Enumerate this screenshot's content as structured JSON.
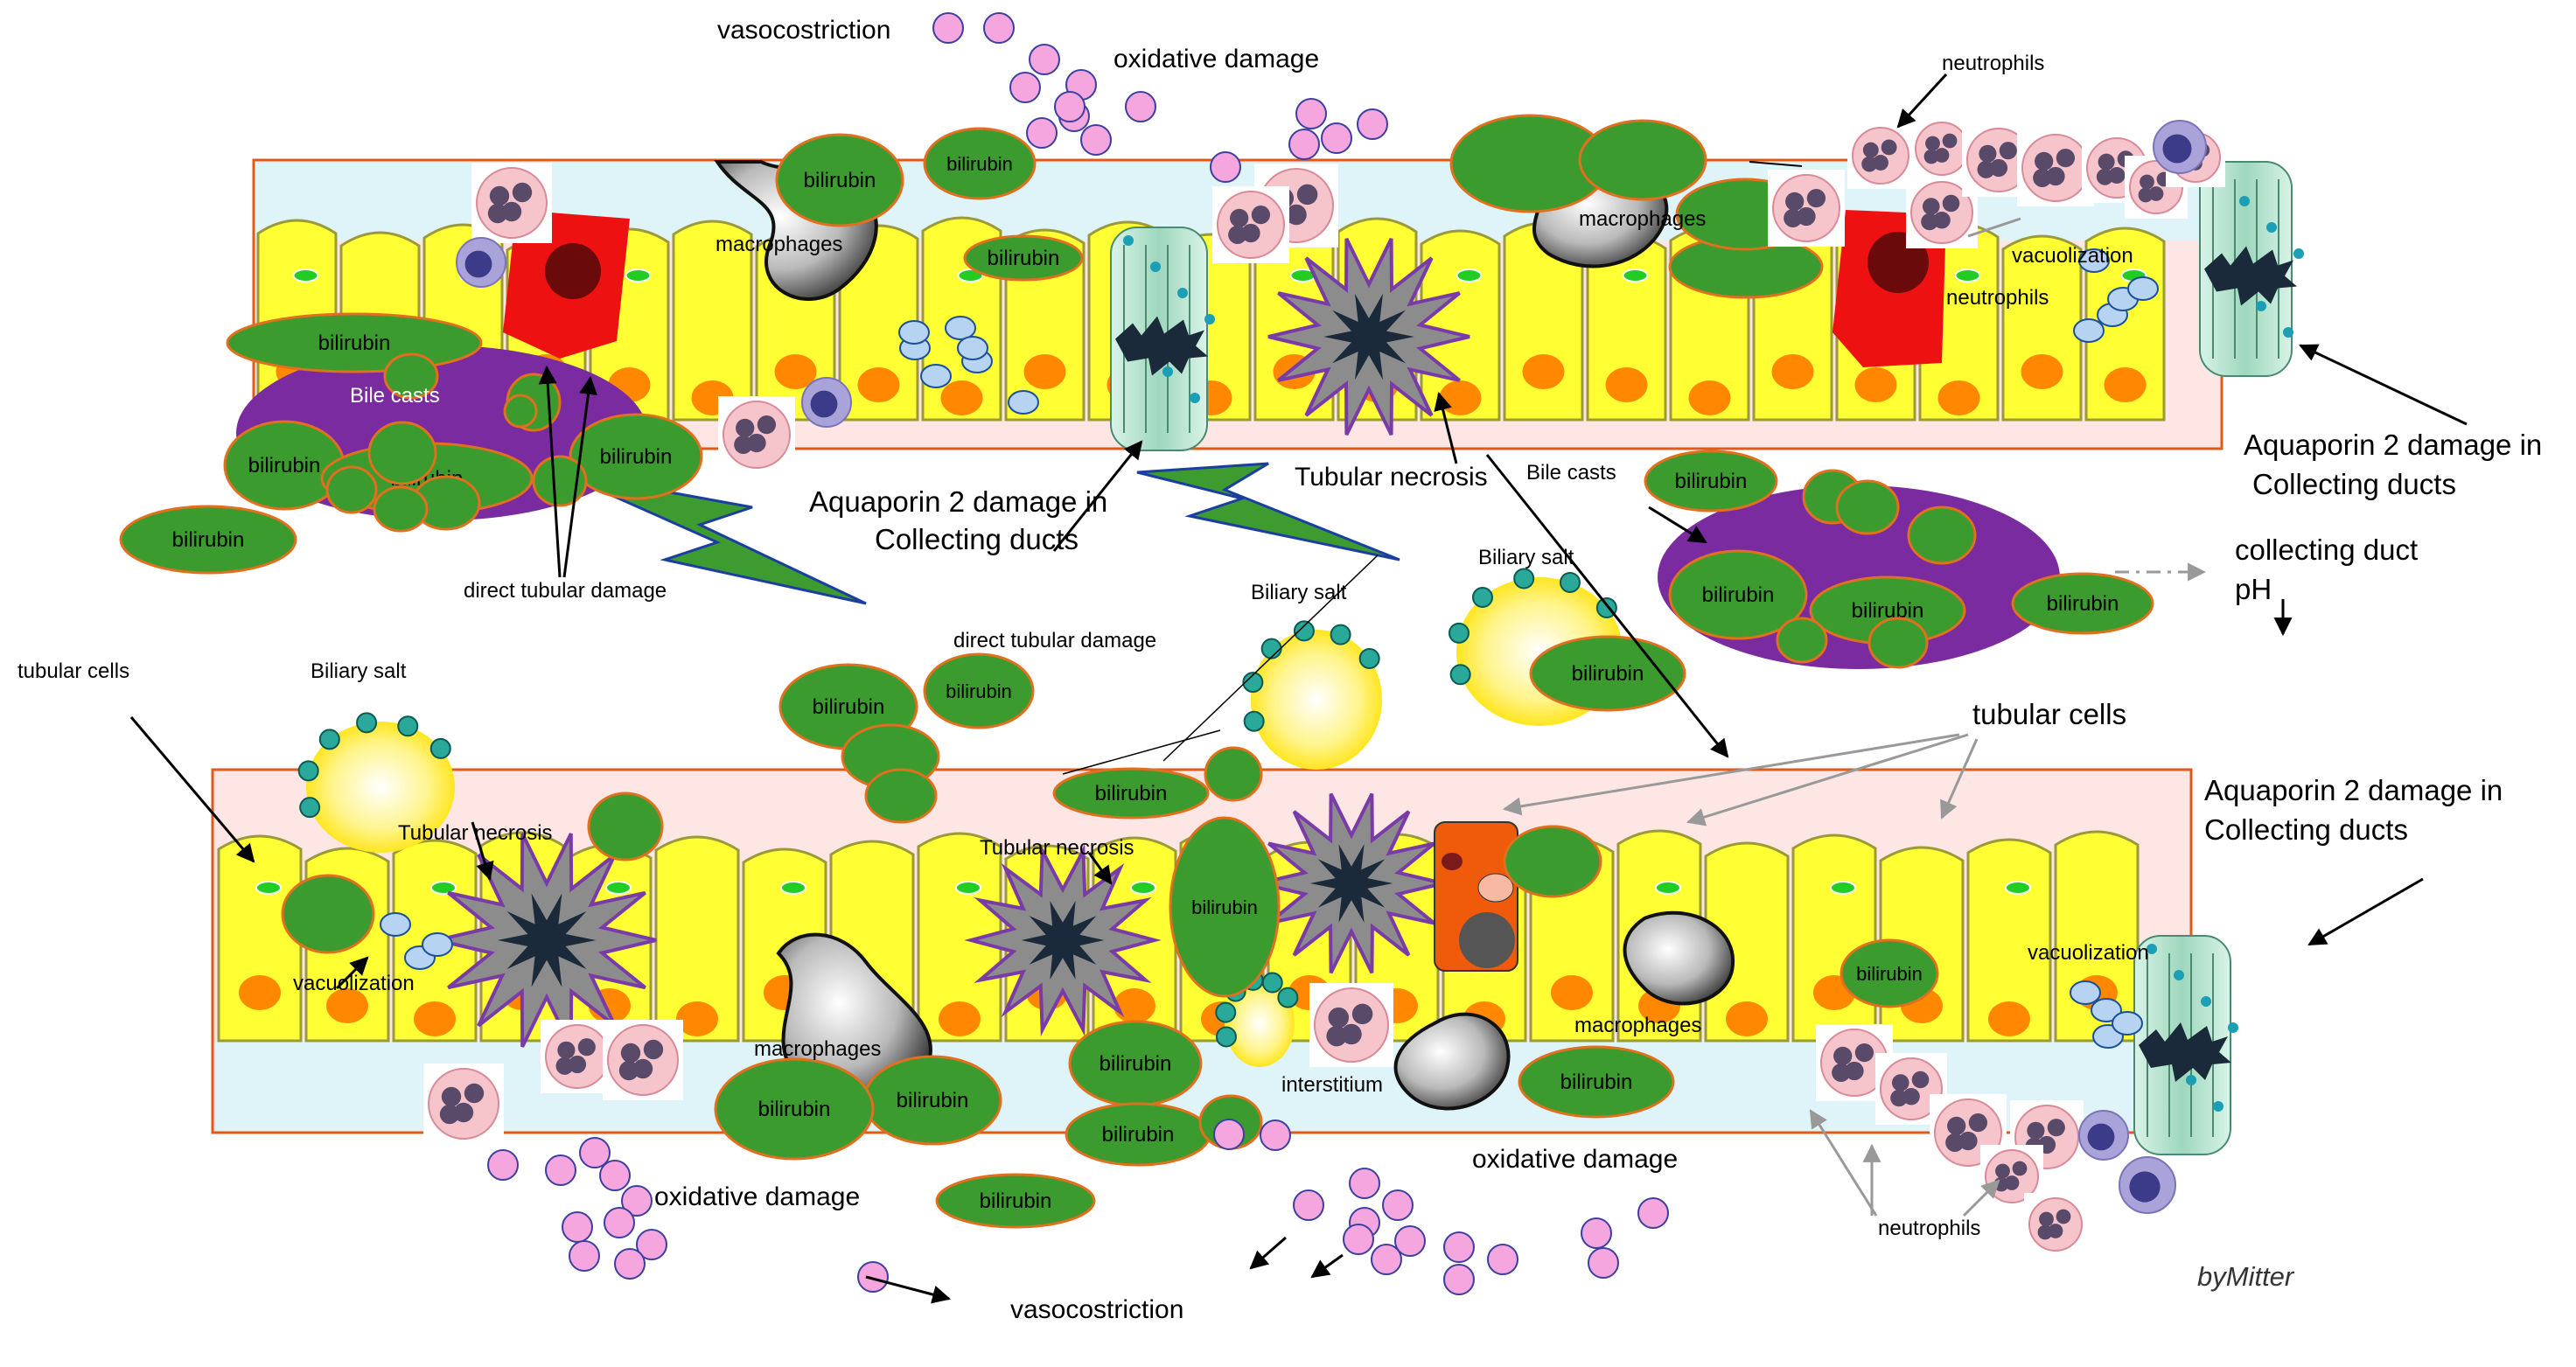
{
  "labels": {
    "vasoconstriction_top": "vasocostriction",
    "oxidative_top": "oxidative damage",
    "neutrophils_top": "neutrophils",
    "macrophages_1": "macrophages",
    "macrophages_2": "macrophages",
    "vacuolization_1": "vacuolization",
    "neutrophils_mid": "neutrophils",
    "bile_casts_1": "Bile casts",
    "direct_damage_1": "direct tubular damage",
    "aqp2_1_line1": "Aquaporin 2 damage  in",
    "aqp2_1_line2": "Collecting ducts",
    "tubular_necrosis_1": "Tubular necrosis",
    "bile_casts_2": "Bile casts",
    "aqp2_2_line1": "Aquaporin 2 damage  in",
    "aqp2_2_line2": "Collecting ducts",
    "collecting_duct_line1": "collecting duct",
    "collecting_duct_line2": "pH",
    "biliary_salt_1": "Biliary salt",
    "biliary_salt_2": "Biliary salt",
    "biliary_salt_3": "Biliary salt",
    "tubular_cells_left": "tubular cells",
    "direct_damage_2": "direct tubular damage",
    "tubular_cells_right": "tubular cells",
    "aqp2_3_line1": "Aquaporin 2 damage  in",
    "aqp2_3_line2": "Collecting ducts",
    "tubular_necrosis_2": "Tubular necrosis",
    "tubular_necrosis_3": "Tubular necrosis",
    "vacuolization_2": "vacuolization",
    "vacuolization_3": "vacuolization",
    "macrophages_3": "macrophages",
    "macrophages_4": "macrophages",
    "interstitium": "interstitium",
    "oxidative_bottom_left": "oxidative damage",
    "oxidative_bottom_right": "oxidative damage",
    "vasoconstriction_bottom": "vasocostriction",
    "neutrophils_bottom": "neutrophils",
    "signature": "byMitter"
  },
  "bilirubin_label": "bilirubin",
  "colors": {
    "tubule_fill": "#fde6e4",
    "tubule_border": "#e05a1a",
    "cell_yellow": "#ffff33",
    "nucleus_orange": "#ff8800",
    "bilirubin_green": "#3b9b2f",
    "bilirubin_border": "#e0701e",
    "bile_cast_purple": "#7a2ba0",
    "vesicle_pink": "#f5a6de",
    "vesicle_border": "#3b3fa0",
    "salt_teal": "#2aa89a",
    "necrosis_star": "#8c8c8c",
    "lightning": "#3e9b2f",
    "red_cell": "#ee1111"
  },
  "icons": [
    "neutrophil-icon",
    "macrophage-icon",
    "collecting-duct-icon",
    "necrosis-star-icon",
    "lightning-icon",
    "biliary-salt-icon",
    "apoptotic-cell-icon"
  ]
}
